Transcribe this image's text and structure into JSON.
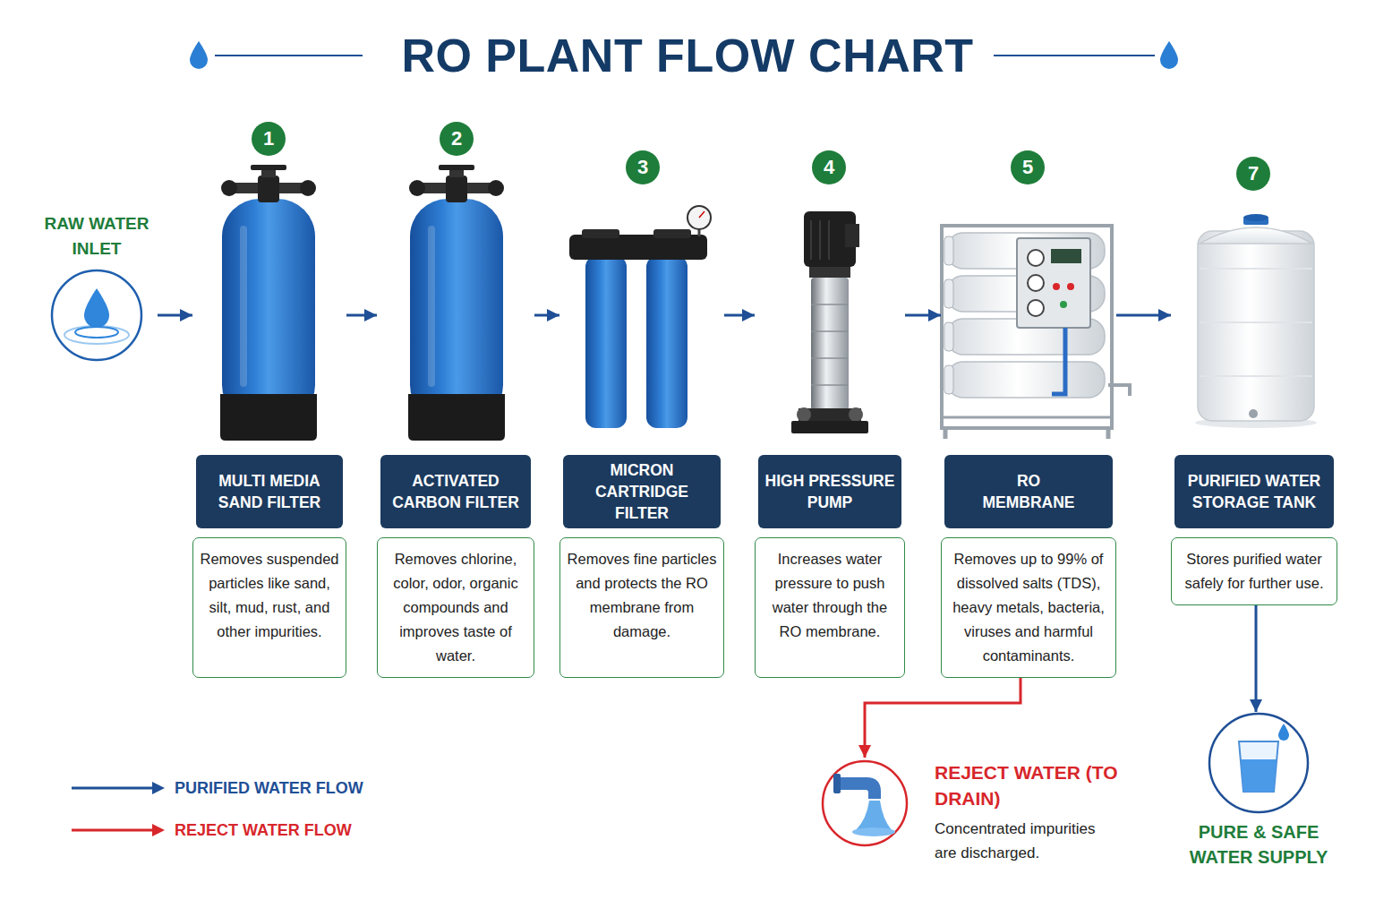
{
  "diagram": {
    "title": "RO PLANT FLOW CHART",
    "nodes": [
      {
        "text": [
          "RAW WATER INLET"
        ]
      },
      {
        "text": [
          "MULTI MEDIA SAND FILTER",
          "Removes suspended particles like sand, silt, mud, rust, and other impurities."
        ]
      },
      {
        "text": [
          "ACTIVATED CARBON FILTER",
          "Removes chlorine, color, odor, organic compounds and improves taste of water."
        ]
      },
      {
        "text": [
          "MICRON CARTRIDGE FILTER",
          "Removes fine particles and protects the RO membrane from damage."
        ]
      },
      {
        "text": [
          "HIGH PRESSURE PUMP",
          "Increases water pressure to push water through the RO membrane."
        ]
      },
      {
        "text": [
          "RO MEMBRANE",
          "Removes up to 99% of dissolved salts (TDS), heavy metals, bacteria, viruses and harmful contaminants."
        ]
      },
      {
        "text": [
          "PURIFIED WATER STORAGE TANK",
          "Stores purified water safely for further use."
        ]
      },
      {
        "text": [
          "REJECT WATER (TO DRAIN)",
          "Concentrated impurities are discharged."
        ]
      },
      {
        "text": [
          "PURE & SAFE WATER SUPPLY"
        ]
      }
    ],
    "edges": [
      {
        "from": 0,
        "to": 1,
        "arrow": "to"
      },
      {
        "from": 1,
        "to": 2,
        "arrow": "to"
      },
      {
        "from": 2,
        "to": 3,
        "arrow": "to"
      },
      {
        "from": 3,
        "to": 4,
        "arrow": "to"
      },
      {
        "from": 4,
        "to": 5,
        "arrow": "to"
      },
      {
        "from": 5,
        "to": 6,
        "arrow": "to"
      },
      {
        "from": 5,
        "to": 7,
        "arrow": "to"
      },
      {
        "from": 6,
        "to": 8,
        "arrow": "to"
      }
    ],
    "labels": [
      "1",
      "2",
      "3",
      "4",
      "5",
      "7"
    ],
    "legend": [
      {
        "text": "PURIFIED WATER FLOW"
      },
      {
        "text": "REJECT WATER FLOW"
      }
    ]
  }
}
